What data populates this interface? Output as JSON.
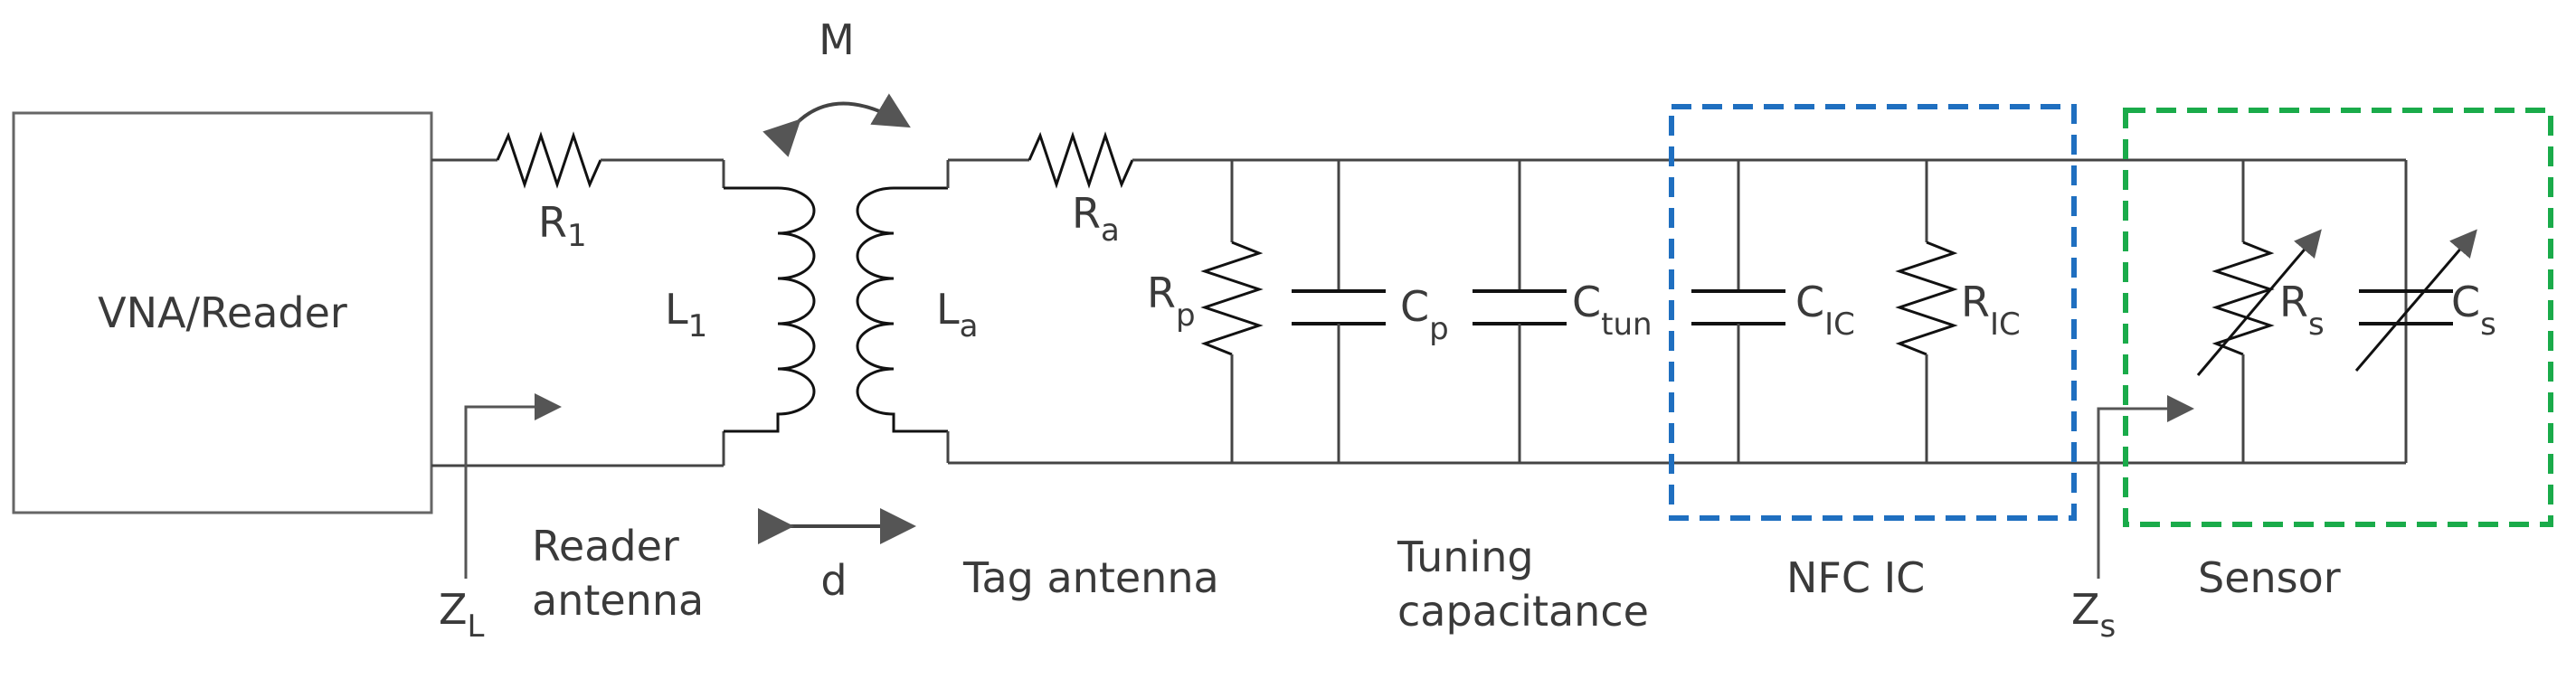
{
  "reader_box": {
    "label": "VNA/Reader"
  },
  "components": {
    "R1": {
      "main": "R",
      "sub": "1"
    },
    "L1": {
      "main": "L",
      "sub": "1"
    },
    "La": {
      "main": "L",
      "sub": "a"
    },
    "Ra": {
      "main": "R",
      "sub": "a"
    },
    "Rp": {
      "main": "R",
      "sub": "p"
    },
    "Cp": {
      "main": "C",
      "sub": "p"
    },
    "Ctun": {
      "main": "C",
      "sub": "tun"
    },
    "CIC": {
      "main": "C",
      "sub": "IC"
    },
    "RIC": {
      "main": "R",
      "sub": "IC"
    },
    "Rs": {
      "main": "R",
      "sub": "s"
    },
    "Cs": {
      "main": "C",
      "sub": "s"
    },
    "ZL": {
      "main": "Z",
      "sub": "L"
    },
    "Zs": {
      "main": "Z",
      "sub": "s"
    }
  },
  "mutual_label": "M",
  "distance_label": "d",
  "captions": {
    "reader_antenna": [
      "Reader",
      "antenna"
    ],
    "tag_antenna": "Tag antenna",
    "tuning": [
      "Tuning",
      "capacitance"
    ],
    "nfc_ic": "NFC IC",
    "sensor": "Sensor"
  },
  "colors": {
    "nfc_box": "#1f6fc0",
    "sensor_box": "#1aab4a",
    "wire": "#444444",
    "arrow": "#555555"
  }
}
